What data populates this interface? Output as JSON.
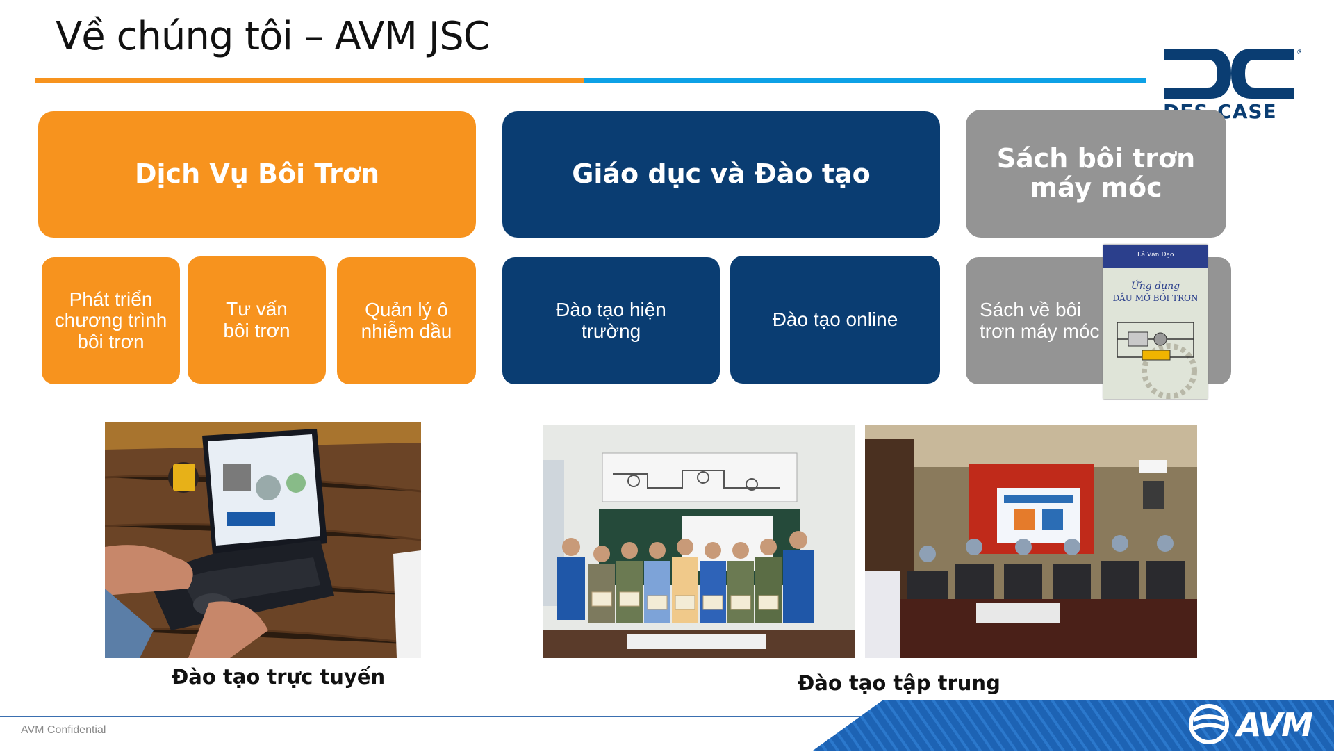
{
  "slide": {
    "title": "Về chúng tôi – AVM JSC",
    "brand_top": "DES-CASE",
    "brand_bottom": "AVM",
    "confidential": "AVM Confidential"
  },
  "headers": [
    {
      "label": "Dịch Vụ Bôi Trơn",
      "color": "#f7931e"
    },
    {
      "label": "Giáo dục và Đào tạo",
      "color": "#0a3d72"
    },
    {
      "label": "Sách bôi trơn máy móc",
      "color": "#949494"
    }
  ],
  "services": [
    {
      "label": "Phát triển chương trình bôi trơn"
    },
    {
      "label": "Tư vấn bôi trơn"
    },
    {
      "label": "Quản lý ô nhiễm dầu"
    }
  ],
  "trainings": [
    {
      "label": "Đào tạo hiện trường"
    },
    {
      "label": "Đào tạo online"
    }
  ],
  "book": {
    "label": "Sách về bôi trơn máy móc",
    "cover_author": "Lê Văn Đạo",
    "cover_title_1": "Ứng dụng",
    "cover_title_2": "DẦU MỠ BÔI TRƠN"
  },
  "captions": {
    "online": "Đào tạo trực tuyến",
    "concentrated": "Đào tạo tập trung"
  }
}
